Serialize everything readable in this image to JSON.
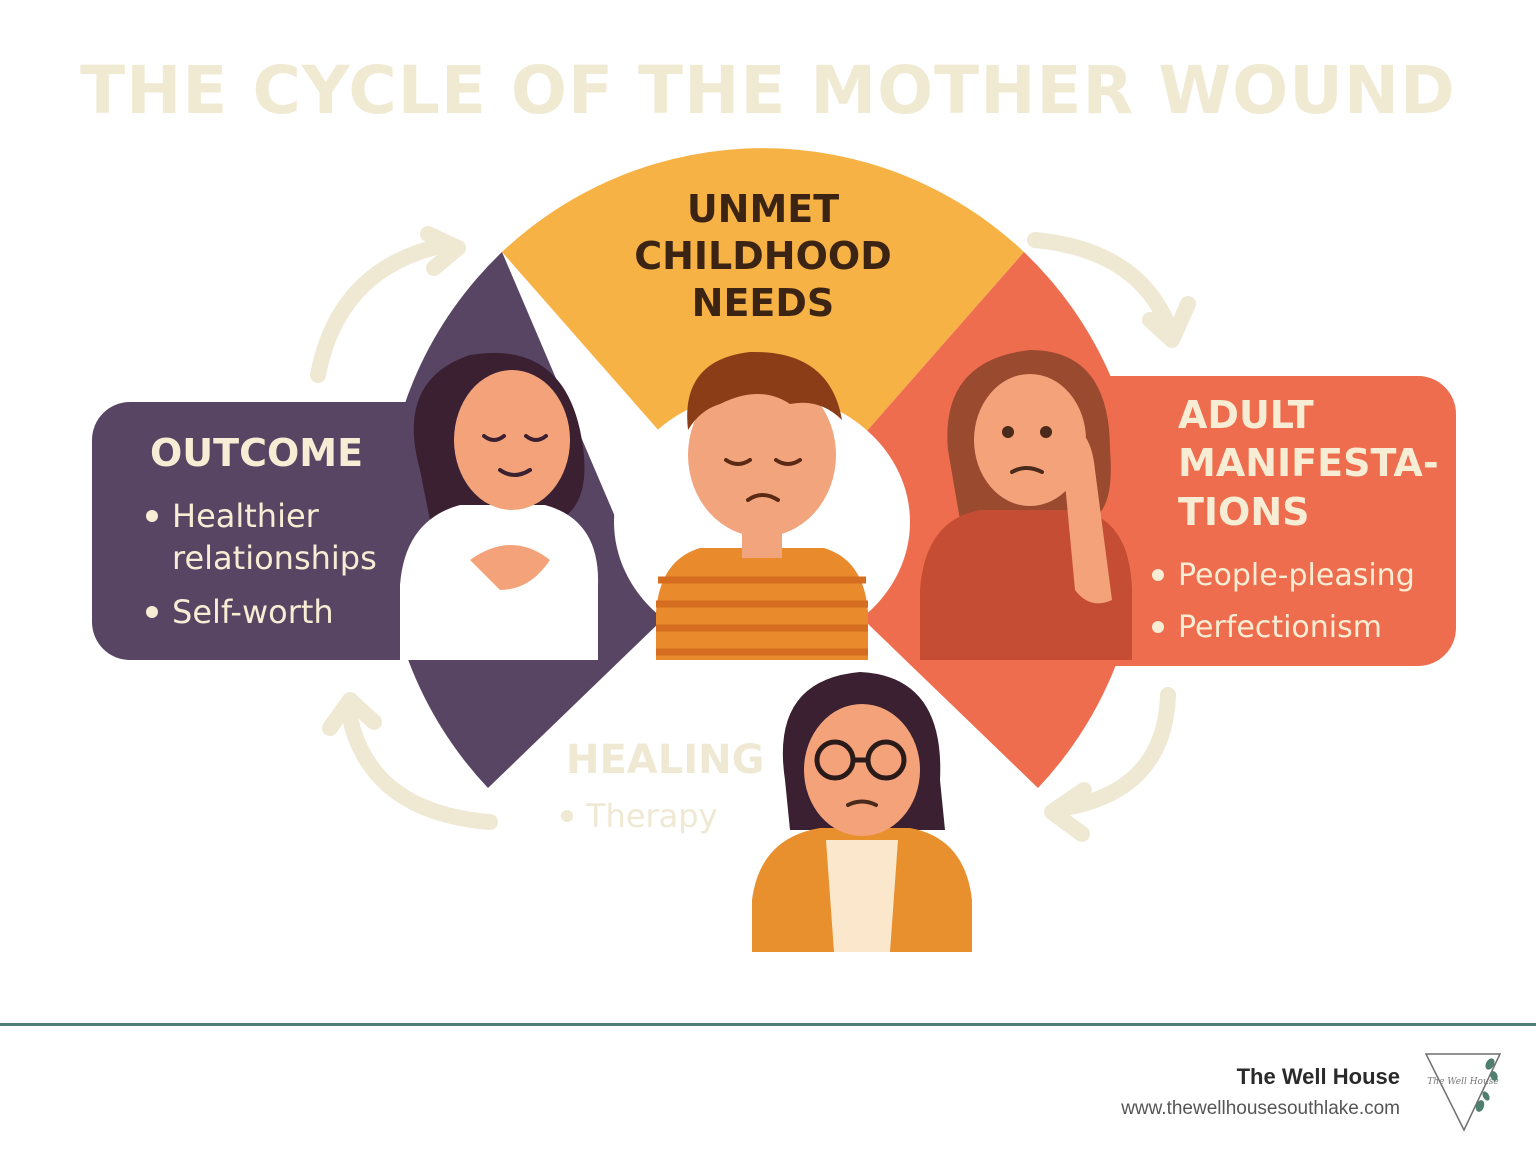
{
  "title": "THE CYCLE OF THE MOTHER WOUND",
  "segments": {
    "top": {
      "title_lines": [
        "UNMET",
        "CHILDHOOD",
        "NEEDS"
      ]
    },
    "right": {
      "title_lines": [
        "ADULT",
        "MANIFESTA-",
        "TIONS"
      ],
      "items": [
        "People-pleasing",
        "Perfectionism"
      ]
    },
    "bottom": {
      "title": "HEALING",
      "items": [
        "Therapy"
      ]
    },
    "left": {
      "title": "OUTCOME",
      "items": [
        "Healthier",
        "relationships",
        "Self-worth"
      ]
    }
  },
  "colors": {
    "top": "#f6b244",
    "right": "#ee6d4e",
    "left": "#584564",
    "arrows": "#efe9d4",
    "title": "#f0ead3",
    "footer_rule": "#4f7f78"
  },
  "footer": {
    "brand": "The Well House",
    "url": "www.thewellhousesouthlake.com",
    "logo_text": "The Well House"
  }
}
